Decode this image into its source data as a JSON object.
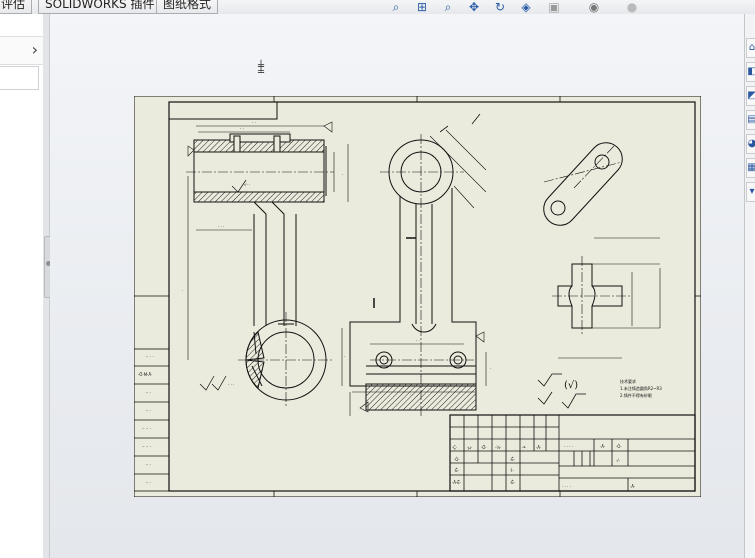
{
  "menu": {
    "tab_left_fragment": "评估",
    "tab_solidworks_addins": "SOLIDWORKS 插件",
    "tab_sheet_format": "图纸格式"
  },
  "toolbar": {
    "icons": [
      "zoom-to-fit-icon",
      "zoom-area-icon",
      "zoom-in-out-icon",
      "pan-icon",
      "rotate-icon",
      "view-setting-icon",
      "display-style-icon",
      "hide-show-icon",
      "appearance-icon"
    ]
  },
  "drawing": {
    "roughness_label": "(√)",
    "notes": [
      "技术要求",
      "1.未注铸造圆角R2~R3",
      "2.铸件不得有砂眼"
    ]
  },
  "colors": {
    "sheet_bg": "#ebebdd",
    "line": "#111111",
    "hatch": "#222222"
  }
}
